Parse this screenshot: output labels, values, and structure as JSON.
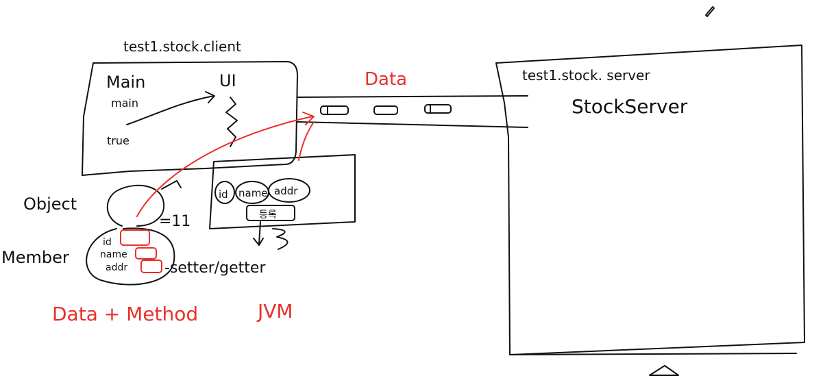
{
  "client": {
    "title": "test1.stock.client",
    "main_label": "Main",
    "ui_label": "UI",
    "main_method": "main",
    "true_label": "true"
  },
  "server": {
    "title": "test1.stock. server",
    "class_label": "StockServer"
  },
  "channel": {
    "label": "Data"
  },
  "jvm_box": {
    "fields": [
      "id",
      "name",
      "addr"
    ],
    "bottom_label": "등록",
    "label": "JVM"
  },
  "object": {
    "label": "Object",
    "eq_label": "=11"
  },
  "member": {
    "label": "Member",
    "fields": [
      "id",
      "name",
      "addr"
    ],
    "accessor_label": "-setter/getter"
  },
  "caption": {
    "text": "Data + Method"
  },
  "colors": {
    "ink": "#111111",
    "accent": "#e8302a"
  },
  "icons": {
    "pen": "pen-icon"
  }
}
